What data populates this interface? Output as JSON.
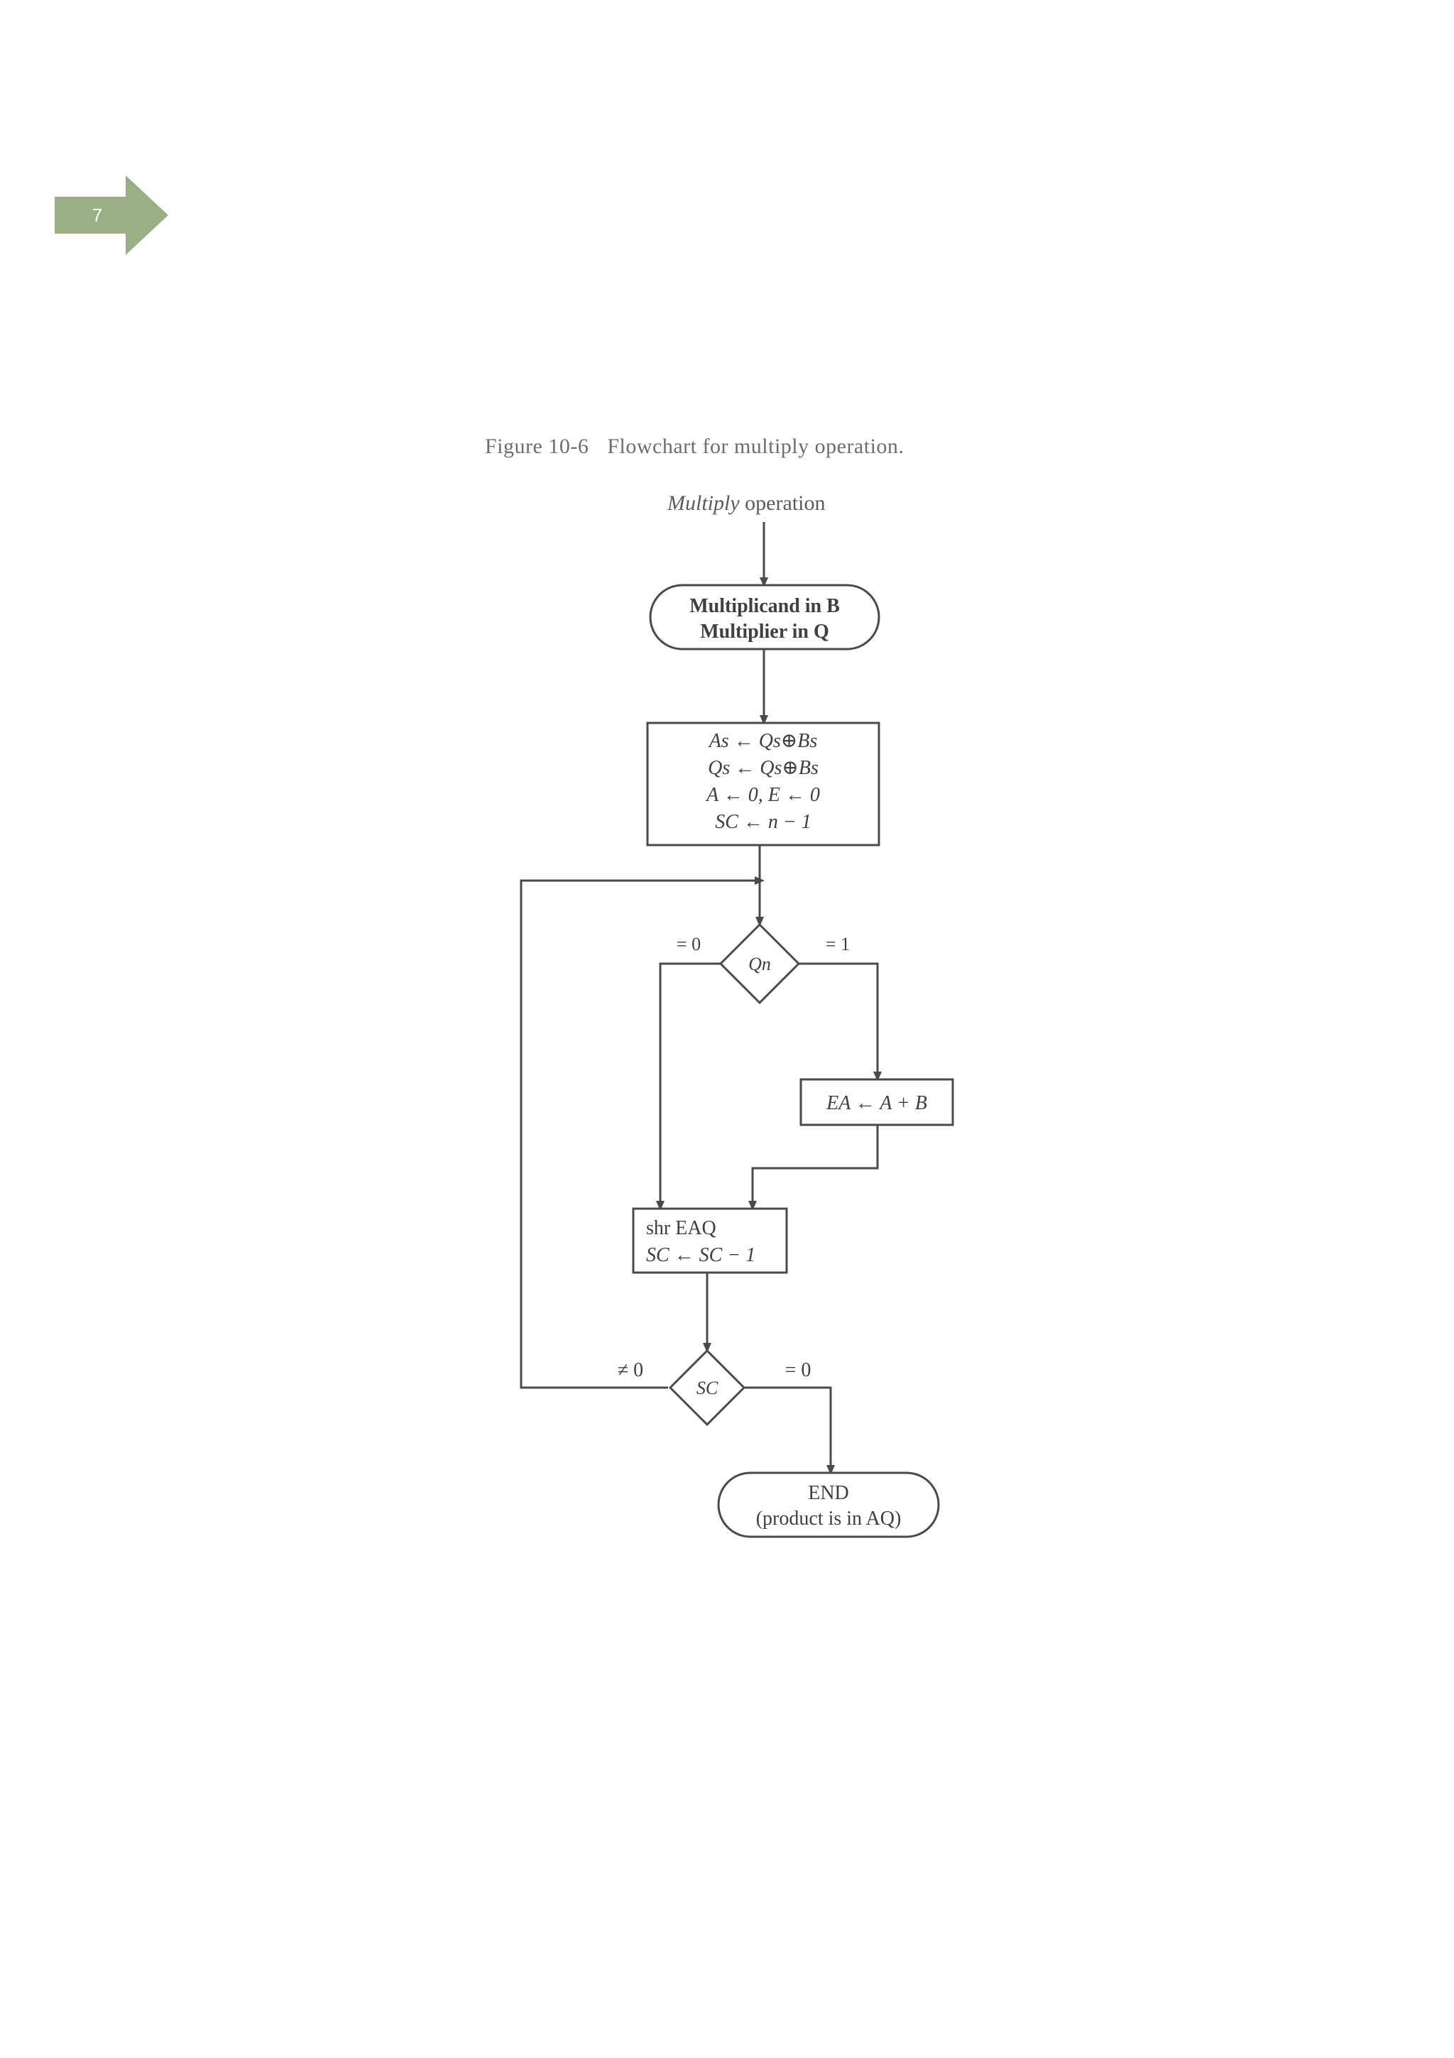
{
  "page_number": "7",
  "colors": {
    "badge": "#9aaf85",
    "ink": "#4a4a4a"
  },
  "figure": {
    "caption_label": "Figure 10-6",
    "caption_text": "Flowchart for multiply operation.",
    "entry_label_italic": "Multiply",
    "entry_label_rest": "operation"
  },
  "flowchart": {
    "start": {
      "line1": "Multiplicand in B",
      "line2": "Multiplier in Q"
    },
    "init": [
      "As ← Qs⊕Bs",
      "Qs ← Qs⊕Bs",
      "A ← 0, E ← 0",
      "SC ← n − 1"
    ],
    "decision_qn": {
      "label": "Qn",
      "left_branch": "= 0",
      "right_branch": "= 1"
    },
    "add": {
      "label": "EA ← A + B"
    },
    "shift": {
      "line1": "shr EAQ",
      "line2": "SC ← SC − 1"
    },
    "decision_sc": {
      "label": "SC",
      "left_branch": "≠ 0",
      "right_branch": "= 0"
    },
    "end": {
      "line1": "END",
      "line2": "(product is in AQ)"
    }
  }
}
